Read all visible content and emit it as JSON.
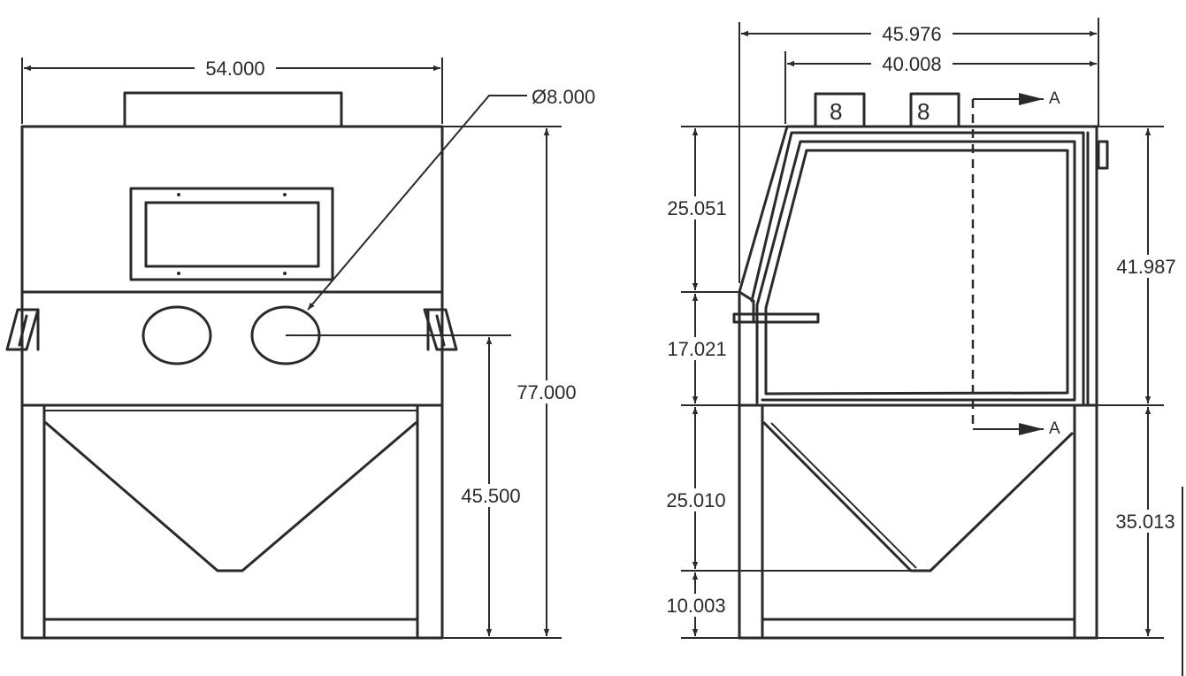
{
  "front_view": {
    "width_dim": "54.000",
    "diameter_symbol": "Ø",
    "diameter_value": "8.000",
    "height_total": "77.000",
    "height_glove": "45.500"
  },
  "side_view": {
    "width_overall": "45.976",
    "width_cabinet": "40.008",
    "dim_window": "25.051",
    "dim_mid": "17.021",
    "dim_hopper": "25.010",
    "dim_base": "10.003",
    "height_upper": "41.987",
    "height_lower": "35.013",
    "section_label_top": "A",
    "section_label_bottom": "A",
    "latch_label_1": "8",
    "latch_label_2": "8"
  },
  "colors": {
    "ink": "#2a2a2a",
    "paper": "#ffffff"
  }
}
